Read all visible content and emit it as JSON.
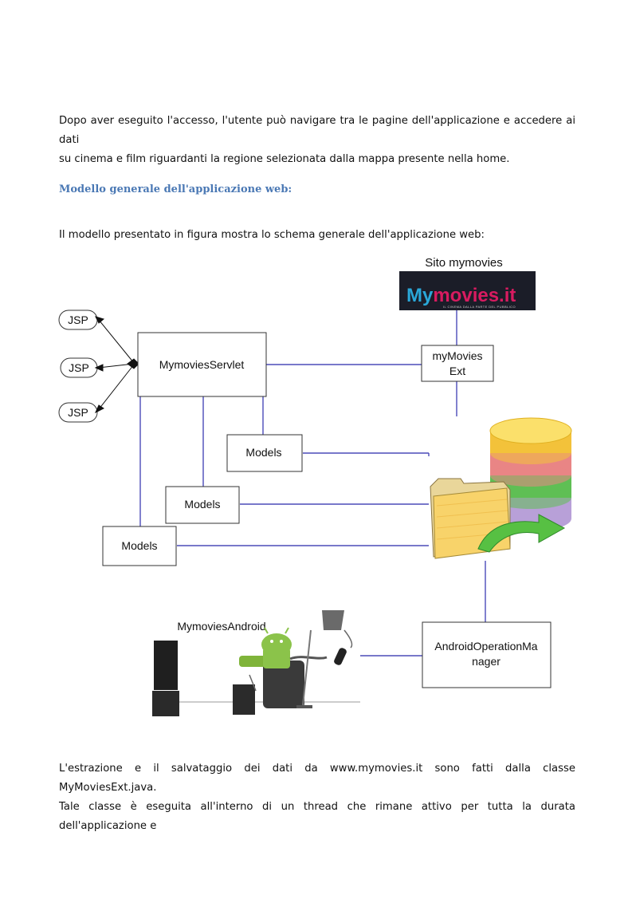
{
  "intro": {
    "line1": "Dopo aver eseguito l'accesso, l'utente può navigare tra le pagine dell'applicazione e accedere ai dati",
    "line2": "su cinema e film riguardanti la regione selezionata dalla mappa presente nella home."
  },
  "section_heading": "Modello generale dell'applicazione web:",
  "figure_intro": "Il modello presentato in figura mostra lo schema generale dell'applicazione web:",
  "diagram": {
    "site_title": "Sito mymovies",
    "logo_main_prefix": "My",
    "logo_main_suffix": "movies.it",
    "logo_tagline": "IL CINEMA DALLA PARTE DEL PUBBLICO",
    "jsp_labels": [
      "JSP",
      "JSP",
      "JSP"
    ],
    "servlet_label": "MymoviesServlet",
    "ext_label_line1": "myMovies",
    "ext_label_line2": "Ext",
    "models_labels": [
      "Models",
      "Models",
      "Models"
    ],
    "android_title": "MymoviesAndroid",
    "android_manager_line1": "AndroidOperationMa",
    "android_manager_line2": "nager",
    "colors": {
      "line": "#4b4bb8",
      "heading": "#4a78b4",
      "logo_bg": "#1b1d28",
      "logo_accent": "#d81b60",
      "logo_blue": "#2aa7d8"
    }
  },
  "outro": {
    "line1": "L'estrazione e il salvataggio dei dati da www.mymovies.it sono fatti dalla classe MyMoviesExt.java.",
    "line2": "Tale classe è eseguita all'interno di un thread che rimane attivo per tutta la durata dell'applicazione e"
  }
}
